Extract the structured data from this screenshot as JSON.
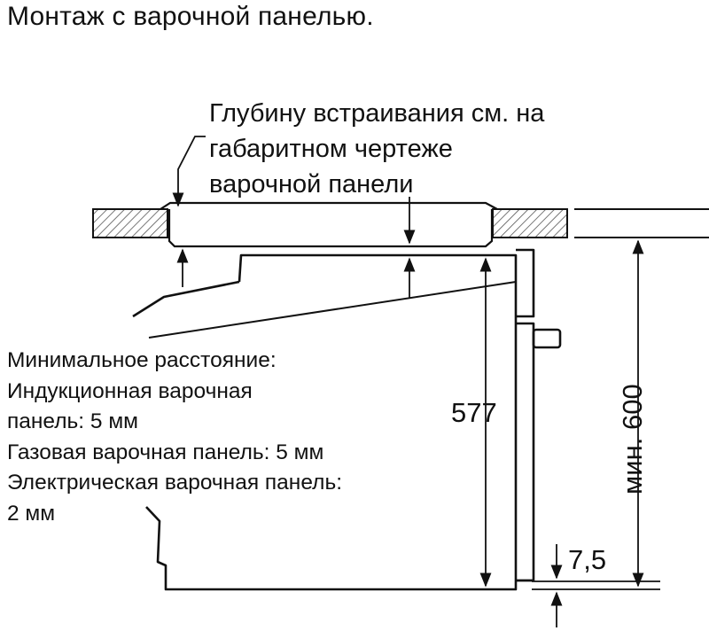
{
  "title": "Монтаж с варочной панелью.",
  "depth_note": {
    "lines": [
      "Глубину встраивания см. на",
      "габаритном чертеже",
      "варочной панели"
    ]
  },
  "clearance_note": {
    "lines": [
      "Минимальное расстояние:",
      "Индукционная варочная",
      "панель: 5 мм",
      "Газовая варочная панель: 5 мм",
      "Электрическая варочная панель:",
      "2 мм"
    ]
  },
  "dimensions": {
    "oven_height": "577",
    "niche_height": "мин. 600",
    "bottom_gap": "7,5"
  },
  "colors": {
    "line": "#111111",
    "hatch": "#555555"
  }
}
